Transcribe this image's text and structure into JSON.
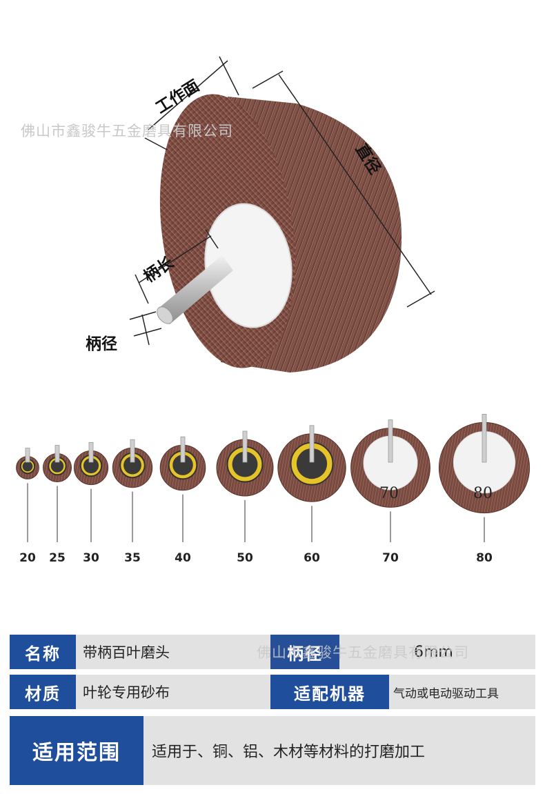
{
  "diagram": {
    "label_working_face": "工作面",
    "label_diameter": "直径",
    "label_shank_length": "柄长",
    "label_shank_diameter": "柄径"
  },
  "watermark": "佛山市鑫骏牛五金磨具有限公司",
  "sizes": [
    "20",
    "25",
    "30",
    "35",
    "40",
    "50",
    "60",
    "70",
    "80"
  ],
  "wheel_marks": [
    "70",
    "80"
  ],
  "specs": {
    "name_label": "名称",
    "name_value": "带柄百叶磨头",
    "shank_label": "柄径",
    "shank_value": "6mm",
    "material_label": "材质",
    "material_value": "叶轮专用砂布",
    "machine_label": "适配机器",
    "machine_value": "气动或电动驱动工具",
    "scope_label": "适用范围",
    "scope_value": "适用于、铜、铝、木材等材料的打磨加工"
  },
  "colors": {
    "label_bg": "#1f4e9c",
    "row_bg": "#e2e2e2",
    "abrasive": "#7a4a40"
  }
}
